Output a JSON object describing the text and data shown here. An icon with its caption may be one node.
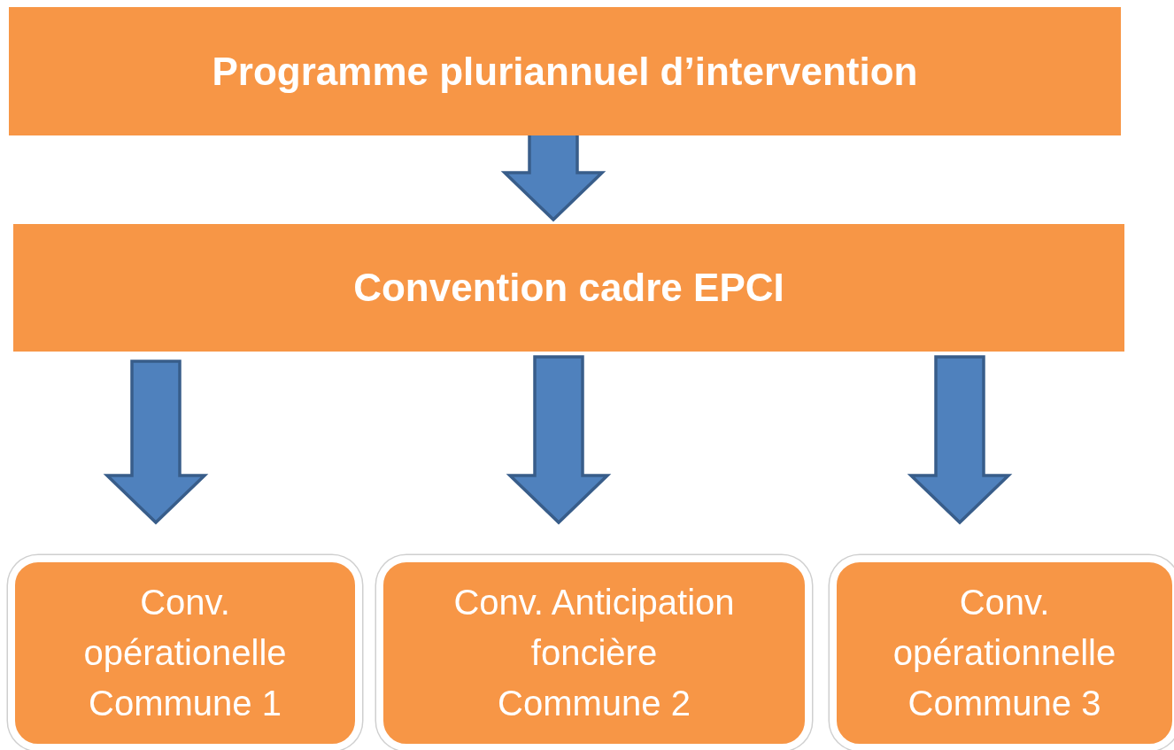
{
  "diagram": {
    "nodes": [
      {
        "text": [
          "Programme pluriannuel d’intervention"
        ]
      },
      {
        "text": [
          "Convention cadre EPCI"
        ]
      },
      {
        "text": [
          "Conv. opérationelle",
          "Commune 1"
        ]
      },
      {
        "text": [
          "Conv. Anticipation foncière",
          "Commune 2"
        ]
      },
      {
        "text": [
          "Conv. opérationnelle",
          "Commune 3"
        ]
      }
    ],
    "edges": [
      {
        "from": 0,
        "to": 1,
        "arrow": "to"
      },
      {
        "from": 1,
        "to": 2,
        "arrow": "to"
      },
      {
        "from": 1,
        "to": 3,
        "arrow": "to"
      },
      {
        "from": 1,
        "to": 4,
        "arrow": "to"
      }
    ]
  }
}
